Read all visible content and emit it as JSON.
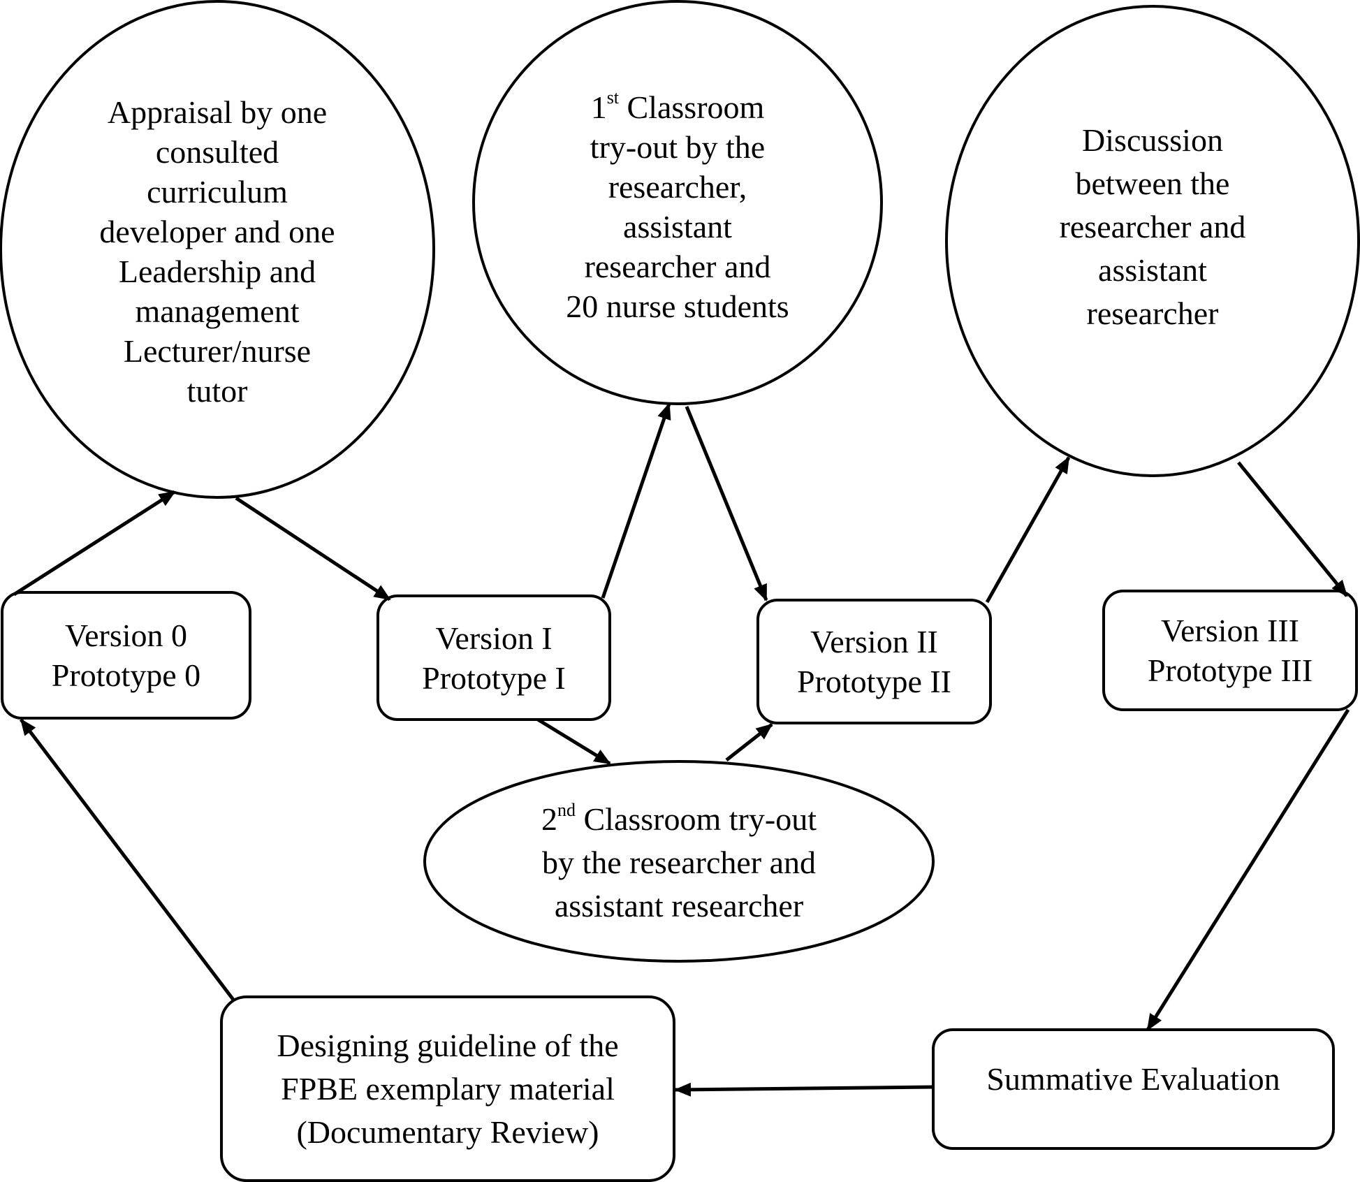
{
  "diagram": {
    "appraisal_ellipse": {
      "lines": [
        "Appraisal by one",
        "consulted",
        "curriculum",
        "developer and one",
        "Leadership and",
        "management",
        "Lecturer/nurse",
        "tutor"
      ]
    },
    "classroom1_ellipse": {
      "ordinal_num": "1",
      "ordinal_sup": "st",
      "first_line_rest": " Classroom",
      "lines": [
        "try-out by the",
        "researcher,",
        "assistant",
        "researcher and",
        "20 nurse students"
      ]
    },
    "discussion_ellipse": {
      "lines": [
        "Discussion",
        "between the",
        "researcher and",
        "assistant",
        "researcher"
      ]
    },
    "version0_box": {
      "line1": "Version 0",
      "line2": "Prototype 0"
    },
    "version1_box": {
      "line1": "Version I",
      "line2": "Prototype I"
    },
    "version2_box": {
      "line1": "Version II",
      "line2": "Prototype II"
    },
    "version3_box": {
      "line1": "Version III",
      "line2": "Prototype III"
    },
    "classroom2_ellipse": {
      "ordinal_num": "2",
      "ordinal_sup": "nd",
      "first_line_rest": " Classroom try-out",
      "lines": [
        "by the researcher and",
        "assistant researcher"
      ]
    },
    "designing_box": {
      "lines": [
        "Designing guideline of the",
        "FPBE exemplary material",
        "(Documentary Review)"
      ]
    },
    "summative_box": {
      "label": "Summative Evaluation"
    }
  },
  "colors": {
    "stroke": "#000000",
    "background": "#ffffff",
    "text": "#000000"
  }
}
